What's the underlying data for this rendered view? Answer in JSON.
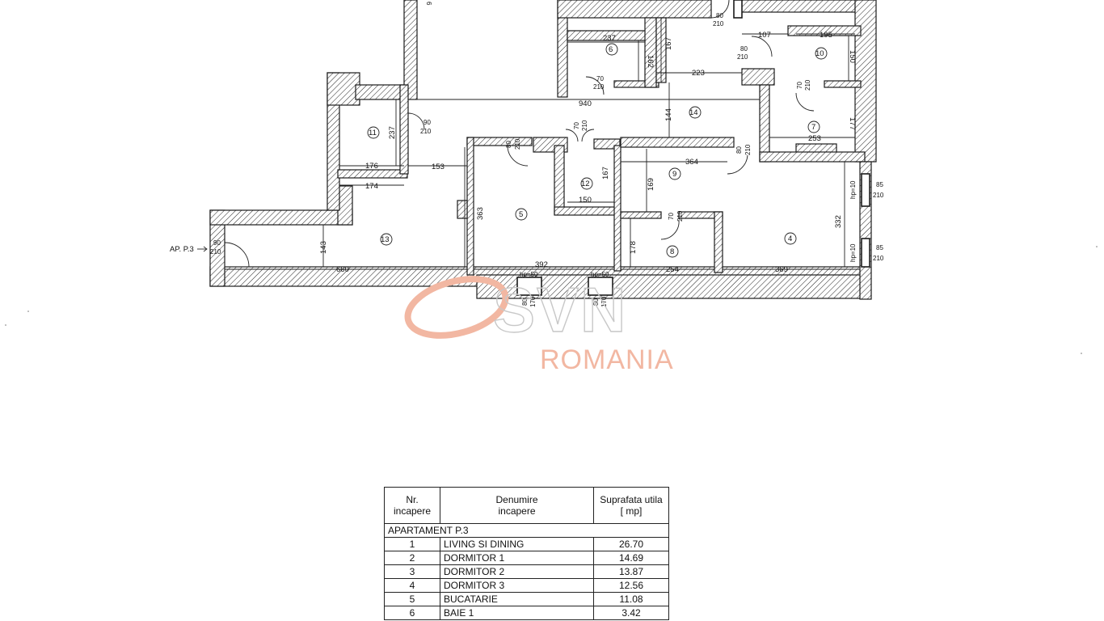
{
  "plan": {
    "entrance_label": "AP. P.3",
    "rooms": [
      "4",
      "5",
      "6",
      "7",
      "8",
      "9",
      "10",
      "11",
      "12",
      "13",
      "14"
    ],
    "dims": [
      "6",
      "237",
      "162",
      "167",
      "80",
      "210",
      "107",
      "195",
      "150",
      "70",
      "210",
      "223",
      "940",
      "144",
      "177",
      "90",
      "210",
      "237",
      "176",
      "153",
      "80",
      "210",
      "80",
      "210",
      "364",
      "253",
      "174",
      "70",
      "210",
      "167",
      "169",
      "150",
      "85",
      "210",
      "hp=10",
      "363",
      "332",
      "143",
      "660",
      "392",
      "178",
      "254",
      "369",
      "85",
      "210",
      "hp=10",
      "hp=50",
      "hp=50",
      "80",
      "170",
      "80",
      "170",
      "70",
      "210",
      "70",
      "210",
      "80",
      "210",
      "90",
      "210",
      "70",
      "210",
      "80",
      "210",
      "70",
      "210",
      "80",
      "210"
    ]
  },
  "watermark": {
    "brand": "SVN",
    "sub": "ROMANIA"
  },
  "table": {
    "headers": [
      "Nr.\nincapere",
      "Denumire\nincapere",
      "Suprafata utila\n[ mp]"
    ],
    "section": "APARTAMENT P.3",
    "rows": [
      {
        "nr": "1",
        "name": "LIVING SI DINING",
        "area": "26.70"
      },
      {
        "nr": "2",
        "name": "DORMITOR 1",
        "area": "14.69"
      },
      {
        "nr": "3",
        "name": "DORMITOR 2",
        "area": "13.87"
      },
      {
        "nr": "4",
        "name": "DORMITOR 3",
        "area": "12.56"
      },
      {
        "nr": "5",
        "name": "BUCATARIE",
        "area": "11.08"
      },
      {
        "nr": "6",
        "name": "BAIE 1",
        "area": "3.42"
      }
    ]
  }
}
